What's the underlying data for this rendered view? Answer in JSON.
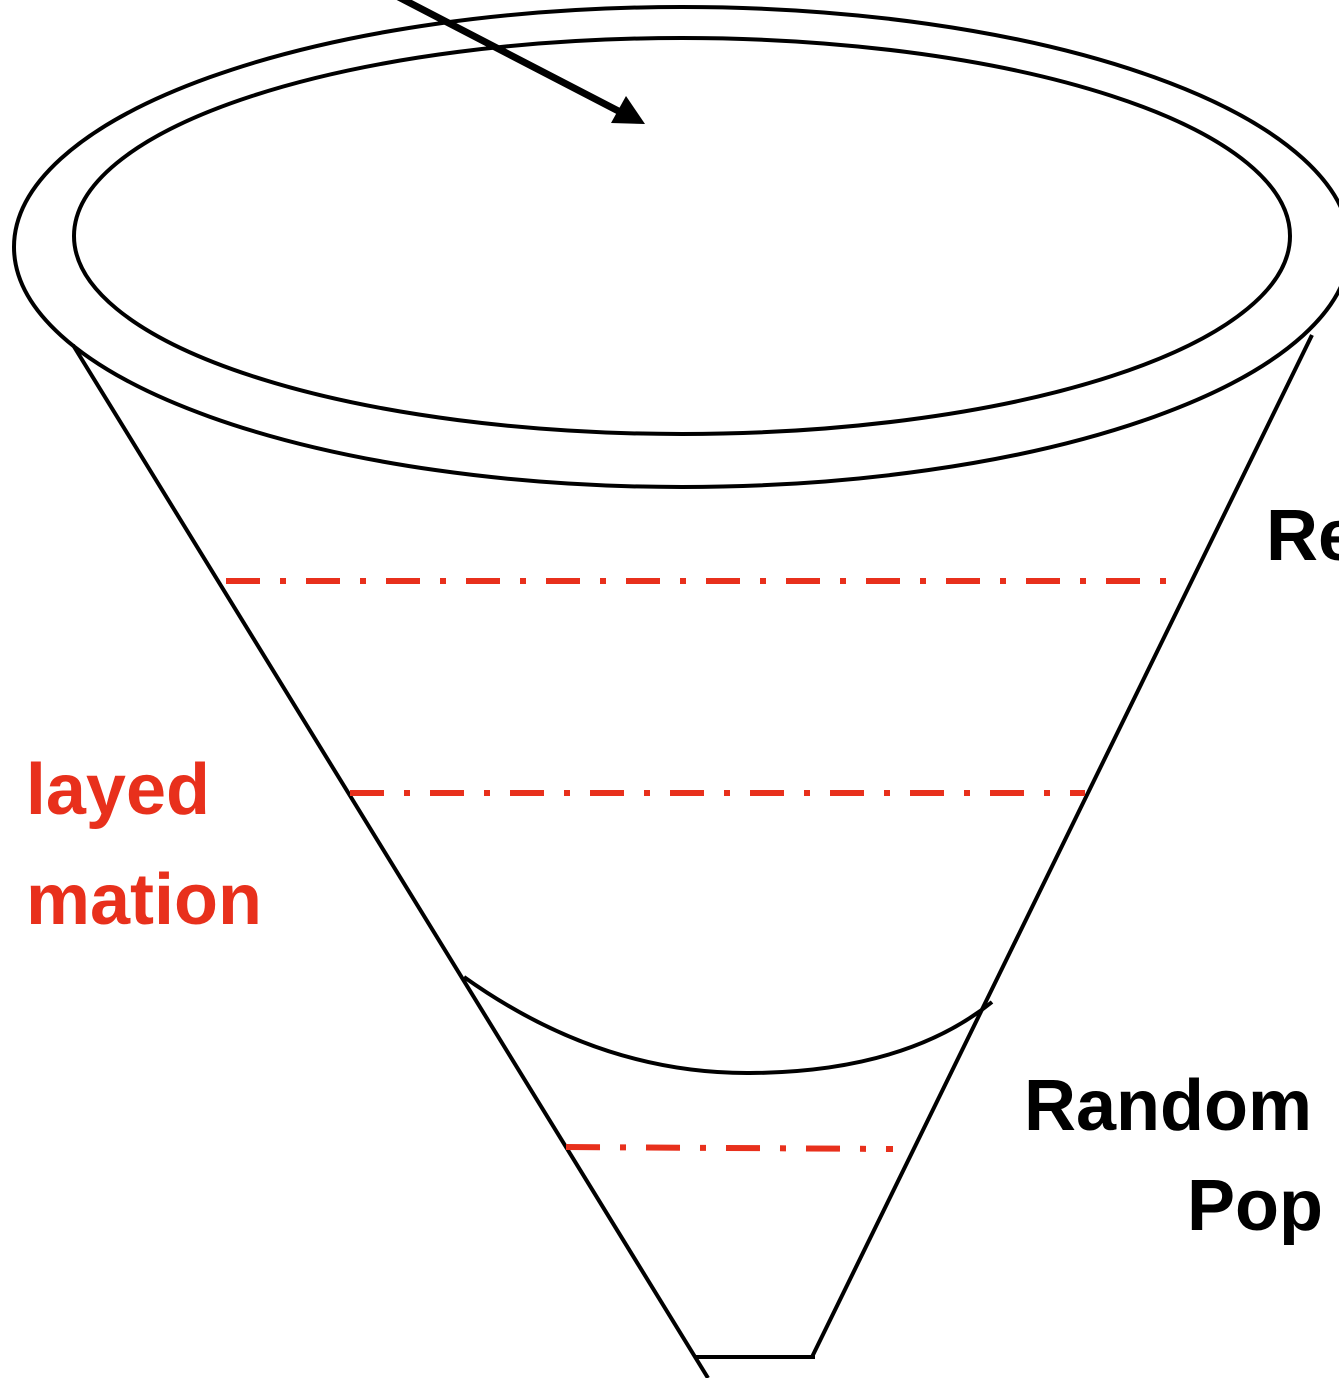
{
  "labels": {
    "top_right_partial": "Re",
    "left_line1_partial": "layed",
    "left_line2_partial": "mation",
    "bottom_right_line1_partial": "Random",
    "bottom_right_line2_partial": "Pop"
  },
  "colors": {
    "stroke": "#000000",
    "dashed_divider": "#e8301c",
    "left_label": "#e8301c",
    "right_labels": "#000000"
  }
}
